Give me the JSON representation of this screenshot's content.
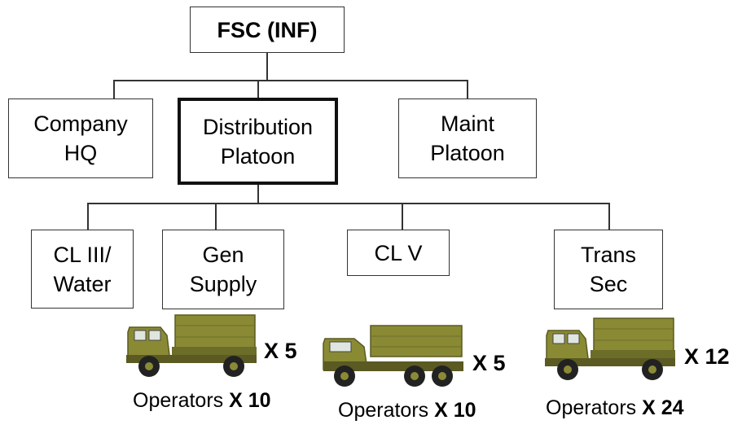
{
  "root": {
    "label": "FSC (INF)"
  },
  "level1": [
    {
      "line1": "Company",
      "line2": "HQ"
    },
    {
      "line1": "Distribution",
      "line2": "Platoon"
    },
    {
      "line1": "Maint",
      "line2": "Platoon"
    }
  ],
  "level2": [
    {
      "line1": "CL III/",
      "line2": "Water"
    },
    {
      "line1": "Gen",
      "line2": "Supply"
    },
    {
      "line1": "CL V",
      "line2": ""
    },
    {
      "line1": "Trans",
      "line2": "Sec"
    }
  ],
  "vehicles": [
    {
      "multiplier": "X 5",
      "operators_text": "Operators",
      "operators_count": "X 10"
    },
    {
      "multiplier": "X 5",
      "operators_text": "Operators",
      "operators_count": "X 10"
    },
    {
      "multiplier": "X 12",
      "operators_text": "Operators",
      "operators_count": "X 24"
    }
  ],
  "colors": {
    "truck_body": "#8a8a35",
    "truck_dark": "#5a5a22",
    "tire": "#222222"
  }
}
